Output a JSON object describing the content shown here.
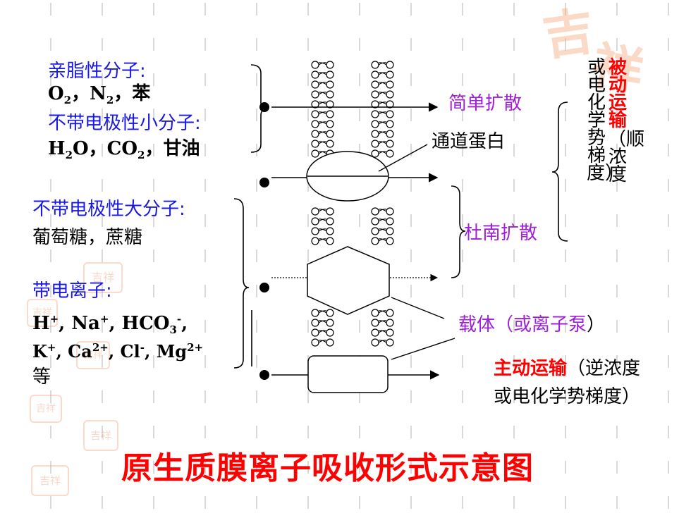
{
  "left_labels": {
    "lipophilic_heading": "亲脂性分子:",
    "lipophilic_items": [
      "O",
      "2",
      "，N",
      "2",
      "，苯"
    ],
    "small_nonpolar_heading": "不带电极性小分子:",
    "small_nonpolar_items": [
      "H",
      "2",
      "O，CO",
      "2",
      "，甘油"
    ],
    "large_nonpolar_heading": "不带电极性大分子:",
    "large_nonpolar_items": "葡萄糖，蔗糖",
    "ions_heading": "带电离子:",
    "ions_line1": [
      "H",
      "+",
      ", Na",
      "+",
      ", HCO",
      "3",
      "-",
      ","
    ],
    "ions_line2": [
      "K",
      "+",
      ", Ca",
      "2+",
      ", Cl",
      "-",
      ", Mg",
      "2+"
    ],
    "ions_line3": "等"
  },
  "right_labels": {
    "simple_diffusion": "简单扩散",
    "channel_protein": "通道蛋白",
    "facilitated_diffusion": "杜南扩散",
    "carrier_prefix": "载体（或",
    "ion_pump": "离子泵",
    "carrier_suffix": "）",
    "active_transport": "主动运输",
    "active_transport_rest": "（逆浓度",
    "active_transport_line2": "或电化学势梯度）",
    "passive_transport": "被动运输",
    "passive_col1": "（顺浓度",
    "passive_col2": "或电化学势梯度）"
  },
  "title": "原生质膜离子吸收形式示意图",
  "decorations": {
    "seal_big_line1": "吉",
    "seal_big_line2": "祥",
    "seal_small": "吉祥"
  },
  "colors": {
    "heading_blue": "#1a1adf",
    "process_purple": "#a020d8",
    "emphasis_red": "#ff0000",
    "line_black": "#000000"
  }
}
